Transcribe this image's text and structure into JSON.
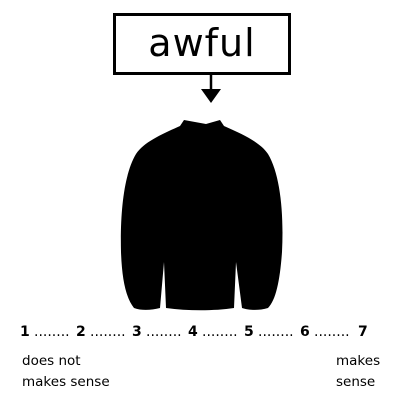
{
  "label": {
    "word": "awful"
  },
  "icons": {
    "arrow": "down-arrow-icon",
    "figure": "suit-jacket-silhouette"
  },
  "scale": {
    "points": [
      "1",
      "2",
      "3",
      "4",
      "5",
      "6",
      "7"
    ],
    "separator": "........"
  },
  "anchors": {
    "low": {
      "line1": "does not",
      "line2": "makes sense"
    },
    "high": {
      "line1": "makes",
      "line2": "sense"
    }
  }
}
